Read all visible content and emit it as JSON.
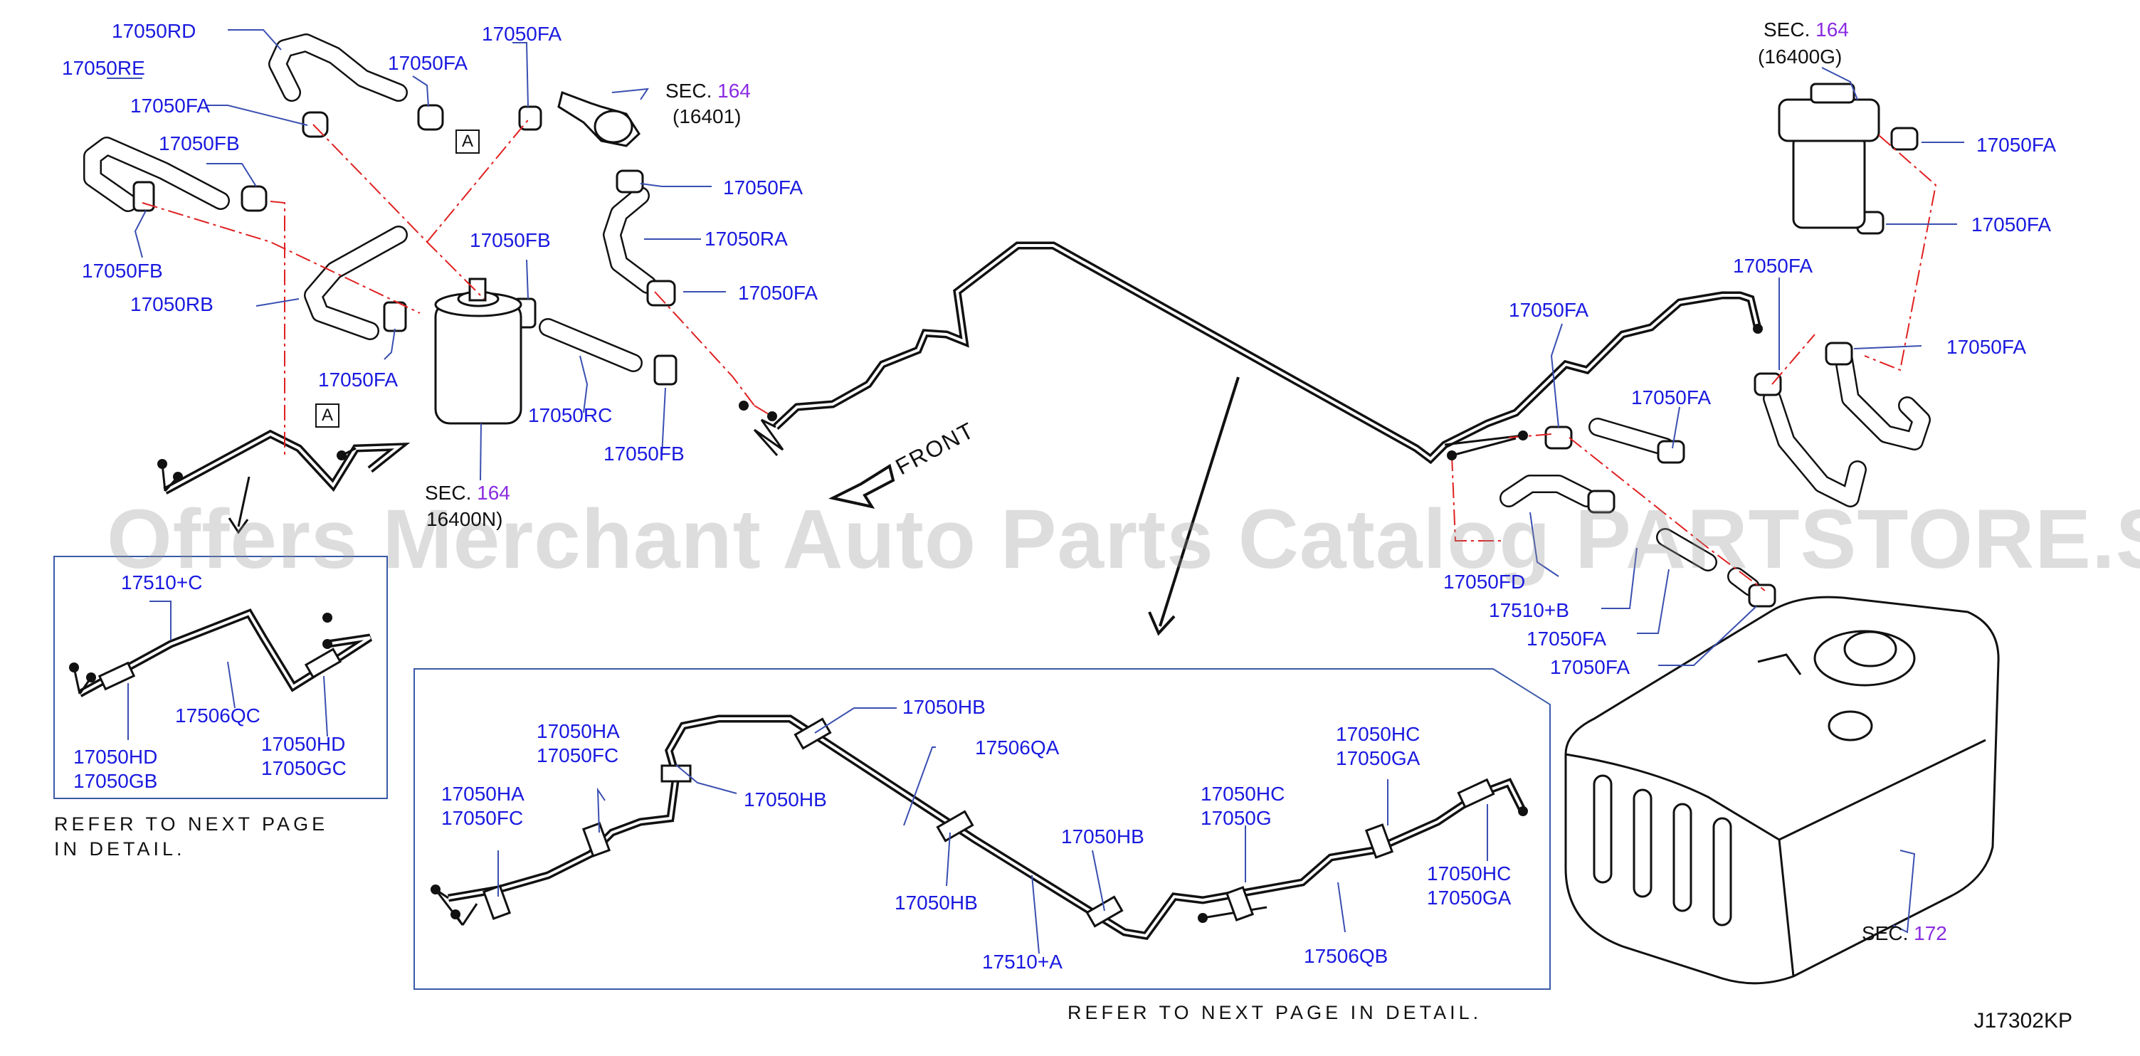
{
  "watermark": "Offers Merchant Auto Parts Catalog PARTSTORE.SA",
  "diagram_code": "J17302KP",
  "front_label": "FRONT",
  "refer_note_1": "REFER TO NEXT PAGE",
  "refer_note_2": "IN DETAIL.",
  "refer_note_bottom": "REFER TO NEXT PAGE IN DETAIL.",
  "section_word": "SEC.",
  "sections": {
    "s1": {
      "num": "164",
      "code": "(16401)"
    },
    "s2": {
      "num": "164",
      "code": "(16400G)"
    },
    "s3": {
      "num": "164",
      "code": "16400N)"
    },
    "s4": {
      "num": "172"
    }
  },
  "marker_a": "A",
  "parts": {
    "p17050RD": "17050RD",
    "p17050RE": "17050RE",
    "p17050FA": "17050FA",
    "p17050FB": "17050FB",
    "p17050RB": "17050RB",
    "p17050RA": "17050RA",
    "p17050RC": "17050RC",
    "p17050FD": "17050FD",
    "p17510B": "17510+B",
    "p17510C": "17510+C",
    "p17510A": "17510+A",
    "p17506QC": "17506QC",
    "p17506QA": "17506QA",
    "p17506QB": "17506QB",
    "p17050HD": "17050HD",
    "p17050GB": "17050GB",
    "p17050GC": "17050GC",
    "p17050HA": "17050HA",
    "p17050FC": "17050FC",
    "p17050HB": "17050HB",
    "p17050HC": "17050HC",
    "p17050G": "17050G",
    "p17050GA": "17050GA"
  },
  "colors": {
    "label_blue": "#1a1ae0",
    "section_purple": "#8a2be2",
    "leader_red": "#e02020",
    "line_black": "#111111",
    "detail_box": "#3a5aa8"
  }
}
